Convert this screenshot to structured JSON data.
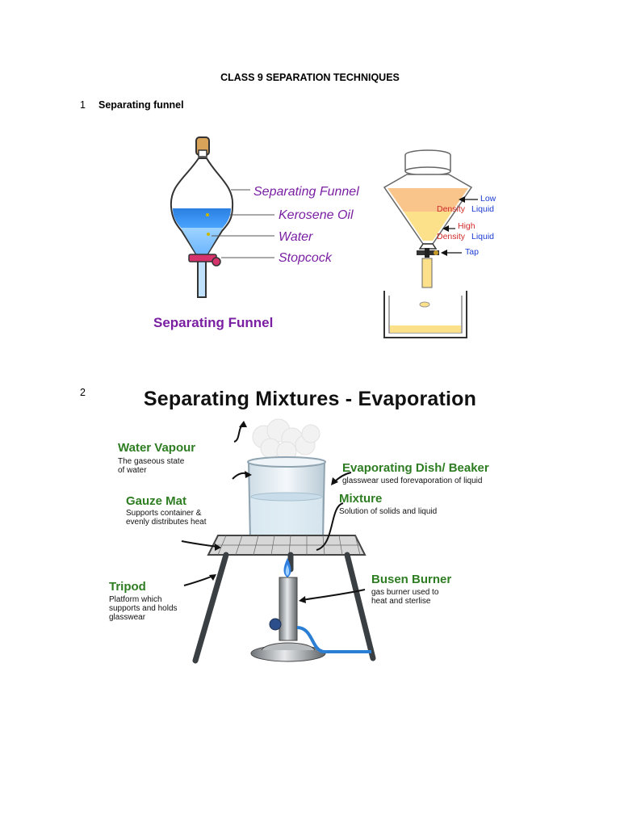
{
  "document": {
    "title": "CLASS 9 SEPARATION TECHNIQUES"
  },
  "section1": {
    "number": "1",
    "heading": "Separating funnel",
    "left_diagram": {
      "labels": [
        "Separating Funnel",
        "Kerosene Oil",
        "Water",
        "Stopcock"
      ],
      "caption": "Separating Funnel"
    },
    "right_diagram": {
      "low_1": "Low",
      "low_2a": "Density",
      "low_2b": "Liquid",
      "high_1": "High",
      "high_2a": "Density",
      "high_2b": "Liquid",
      "tap": "Tap"
    }
  },
  "section2": {
    "number": "2",
    "title": "Separating Mixtures - Evaporation",
    "labels": {
      "water_vapour": {
        "title": "Water Vapour",
        "desc_1": "The gaseous state",
        "desc_2": "of water"
      },
      "dish": {
        "title": "Evaporating Dish/ Beaker",
        "desc_1": "glasswear used forevaporation of liquid"
      },
      "gauze": {
        "title": "Gauze Mat",
        "desc_1": "Supports container &",
        "desc_2": "evenly distributes heat"
      },
      "mixture": {
        "title": "Mixture",
        "desc_1": "Solution of solids and liquid"
      },
      "tripod": {
        "title": "Tripod",
        "desc_1": "Platform which",
        "desc_2": "supports and holds",
        "desc_3": "glasswear"
      },
      "burner": {
        "title": "Busen Burner",
        "desc_1": "gas burner used to",
        "desc_2": "heat and sterlise"
      }
    }
  }
}
